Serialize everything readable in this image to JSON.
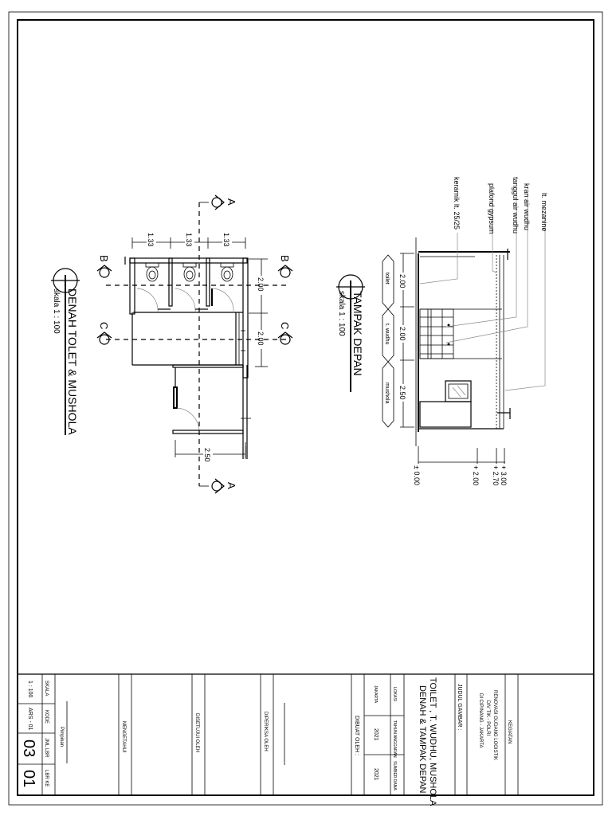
{
  "plan": {
    "title": "DENAH TOLET & MUSHOLA",
    "scale": "skala  1 : 100",
    "dims_top": [
      "1.33",
      "1.33",
      "1.33"
    ],
    "dim_right_1": "2.00",
    "dim_right_2": "2.00",
    "dim_bottom": "2.50",
    "section_markers": {
      "a_top": "A",
      "a_bottom": "A",
      "b_left": "B",
      "b_right": "B",
      "c_left": "C",
      "c_right": "C"
    }
  },
  "elevation": {
    "title": "TAMPAK DEPAN",
    "scale": "skala  1 : 100",
    "zones": [
      {
        "label": "toilet",
        "dim": "2.00"
      },
      {
        "label": "t. wudhu",
        "dim": "2.00"
      },
      {
        "label": "mushola",
        "dim": "2.50"
      }
    ],
    "callouts": [
      "keramik lt. 25/25",
      "plafond gypsum",
      "tanggul air wudhu",
      "kran air wudhu",
      "lt. mezanine"
    ],
    "levels": [
      "± 0.00",
      "+ 2.00",
      "+ 2.70",
      "+ 3.00"
    ]
  },
  "title_block": {
    "kegiatan_label": "KEGIATAN",
    "kegiatan_lines": [
      "RENOVASI GUDANG LOGISTIK",
      "DIV TIK - POLRI",
      "DI CIPINANG - JAKARTA"
    ],
    "judul_label": "JUDUL GAMBAR :",
    "judul_lines": [
      "TOILET , T. WUDHU, MUSHOLA",
      "DENAH & TAMPAK DEPAN"
    ],
    "lokasi_label": "LOKASI",
    "lokasi_value": "JAKARTA",
    "tahun_label": "TAHUN ANGGARAN",
    "tahun_value": "2021",
    "sumber_label": "SUMBER DANA",
    "sumber_value": "2021",
    "dibuat_label": "DIBUAT OLEH :",
    "diperiksa_label": "DIPERIKSA OLEH",
    "disetujui_label": "DISETUJUI OLEH",
    "mengetahui_label": "MENGETAHUI",
    "pimpinan_label": "Pimpinan",
    "skala_label": "SKALA",
    "skala_value": "1 : 100",
    "kode_label": "KODE",
    "kode_value": "ARS - 01",
    "jml_label": "JML LBR",
    "jml_value": "03",
    "lbr_label": "LBR KE",
    "lbr_value": "01"
  }
}
